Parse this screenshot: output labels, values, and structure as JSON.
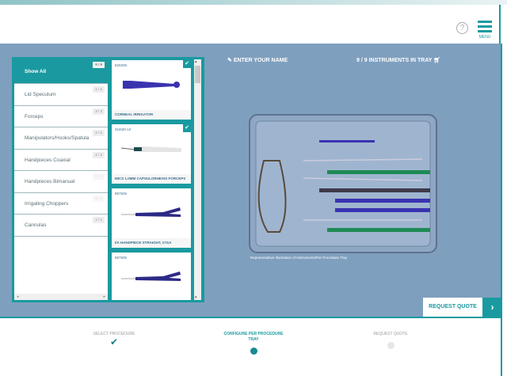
{
  "header": {
    "help_icon": "?",
    "menu_label": "MENU"
  },
  "categories": [
    {
      "label": "Show All",
      "count": "9 / 9",
      "active": true
    },
    {
      "label": "Lid Speculum",
      "count": "1 / 1"
    },
    {
      "label": "Forceps",
      "count": "3 / 3"
    },
    {
      "label": "Manipulators/Hooks/Spatula",
      "count": "2 / 2"
    },
    {
      "label": "Handpieces Coaxial",
      "count": "2 / 2"
    },
    {
      "label": "Handpieces Bimanual",
      "count": "0 / 0",
      "dim": true
    },
    {
      "label": "Irrigating Choppers",
      "count": "0 / 0",
      "dim": true
    },
    {
      "label": "Cannulas",
      "count": "1 / 1"
    }
  ],
  "cards": [
    {
      "code": "820205",
      "name": "CORNEAL IRRIGATOR",
      "selected": true
    },
    {
      "code": "SU620-12",
      "name": "MICS 1.0MM CAPSULORHEXIS FORCEPS",
      "selected": true
    },
    {
      "code": "857825",
      "name": "I/A HANDPIECE STRAIGHT, 17GA",
      "selected": false
    },
    {
      "code": "857835",
      "name": "",
      "selected": false
    }
  ],
  "toolbar": {
    "name_label": "ENTER YOUR NAME",
    "tray_status": "9 / 9 INSTRUMENTS IN TRAY"
  },
  "tray_caption": "Representative Illustration of Instruments/Per Procedure Tray",
  "request_quote": "REQUEST QUOTE",
  "steps": [
    {
      "label": "SELECT PROCEDURE",
      "state": "done"
    },
    {
      "label": "CONFIGURE PER PROCEDURE TRAY",
      "state": "current"
    },
    {
      "label": "REQUEST QUOTE",
      "state": "pending"
    }
  ],
  "colors": {
    "accent": "#1a9aa0",
    "background": "#7f9fbf"
  }
}
